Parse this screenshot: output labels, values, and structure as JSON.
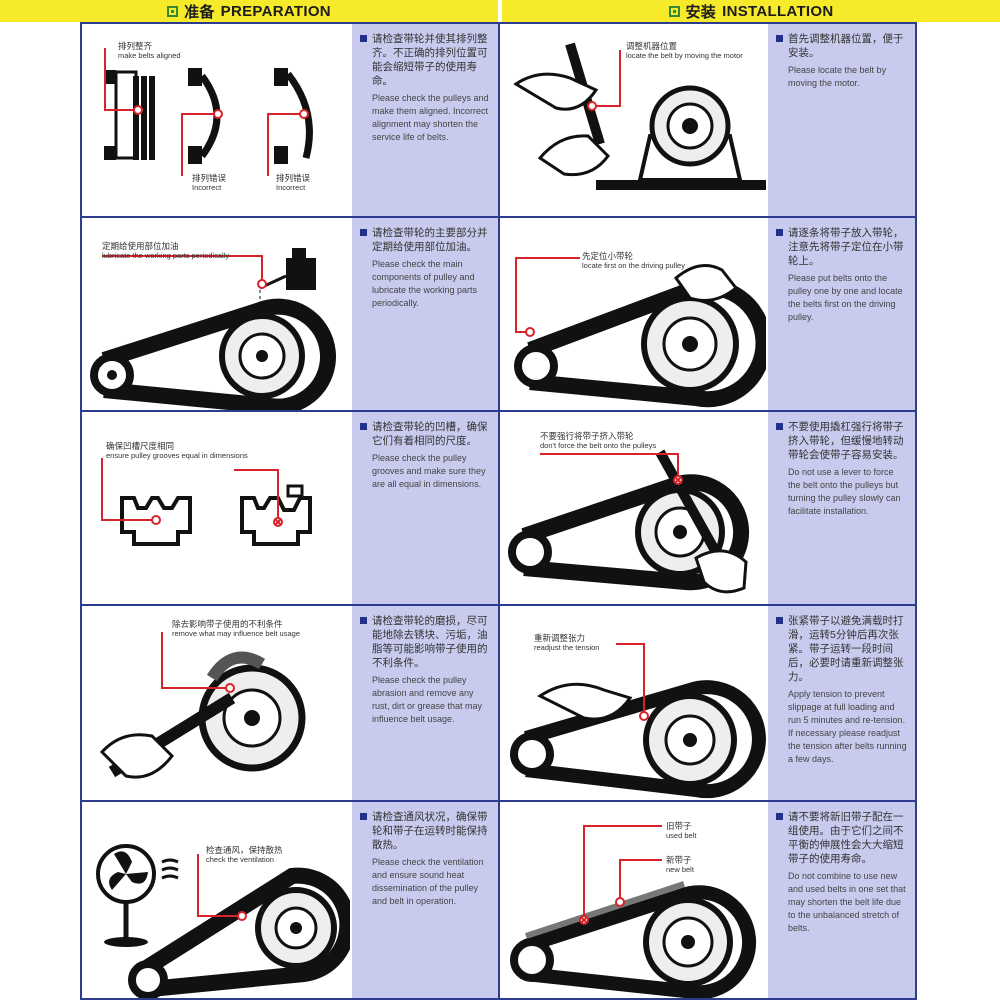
{
  "header": {
    "left": {
      "zh": "准备",
      "en": "PREPARATION"
    },
    "right": {
      "zh": "安装",
      "en": "INSTALLATION"
    }
  },
  "preparation": [
    {
      "labels": [
        {
          "zh": "排列整齐",
          "en": "make belts aligned"
        },
        {
          "zh": "排列错误",
          "en": "Incorrect"
        },
        {
          "zh": "排列错误",
          "en": "Incorrect"
        }
      ],
      "zh": "请检查带轮并使其排列整齐。不正确的排列位置可能会缩短带子的使用寿命。",
      "en": "Please check the pulleys and make them aligned. Incorrect alignment may shorten the service life of belts."
    },
    {
      "labels": [
        {
          "zh": "定期给使用部位加油",
          "en": "lubricate the working parts periodically"
        }
      ],
      "zh": "请检查带轮的主要部分并定期给使用部位加油。",
      "en": "Please check the main components of pulley and lubricate the working parts periodically."
    },
    {
      "labels": [
        {
          "zh": "确保凹槽尺度相同",
          "en": "ensure pulley grooves equal in dimensions"
        }
      ],
      "zh": "请检查带轮的凹槽，确保它们有着相同的尺度。",
      "en": "Please check the pulley grooves and make sure they are all equal in dimensions."
    },
    {
      "labels": [
        {
          "zh": "除去影响带子使用的不利条件",
          "en": "remove what may influence belt usage"
        }
      ],
      "zh": "请检查带轮的磨损，尽可能地除去锈块、污垢，油脂等可能影响带子使用的不利条件。",
      "en": "Please check the pulley abrasion and remove any rust, dirt or grease that may influence belt usage."
    },
    {
      "labels": [
        {
          "zh": "检查通风，保持散热",
          "en": "check the ventilation"
        }
      ],
      "zh": "请检查通风状况，确保带轮和带子在运转时能保持散热。",
      "en": "Please check the ventilation and ensure sound heat dissemination of the pulley and belt in operation."
    }
  ],
  "installation": [
    {
      "labels": [
        {
          "zh": "调整机器位置",
          "en": "locate the belt by moving the motor"
        }
      ],
      "zh": "首先调整机器位置，便于安装。",
      "en": "Please locate the belt by moving the motor."
    },
    {
      "labels": [
        {
          "zh": "先定位小带轮",
          "en": "locate first on the driving pulley"
        }
      ],
      "zh": "请逐条将带子放入带轮，注意先将带子定位在小带轮上。",
      "en": "Please put belts onto the pulley one by one and locate the belts first on the driving pulley."
    },
    {
      "labels": [
        {
          "zh": "不要强行将带子挤入带轮",
          "en": "don't force the belt onto the pulleys"
        }
      ],
      "zh": "不要使用撬杠强行将带子挤入带轮，但缓慢地转动带轮会使带子容易安装。",
      "en": "Do not use a lever to force the belt onto the pulleys but turning the pulley slowly can facilitate installation."
    },
    {
      "labels": [
        {
          "zh": "重新调整张力",
          "en": "readjust the tension"
        }
      ],
      "zh": "张紧带子以避免满载时打滑，运转5分钟后再次张紧。带子运转一段时间后，必要时请重新调整张力。",
      "en": "Apply tension to prevent slippage at full loading and run 5 minutes and re-tension. If necessary please readjust the tension after belts running a few days."
    },
    {
      "labels": [
        {
          "zh": "旧带子",
          "en": "used belt"
        },
        {
          "zh": "新带子",
          "en": "new belt"
        }
      ],
      "zh": "请不要将新旧带子配在一组使用。由于它们之间不平衡的伸展性会大大缩短带子的使用寿命。",
      "en": "Do not combine to use new and used belts in one set that may shorten the belt life due to the unbalanced stretch of belts."
    }
  ],
  "colors": {
    "accent": "#d8232a",
    "border": "#2d3c8f",
    "panel": "#c9cbee",
    "header": "#f6ea2a"
  }
}
